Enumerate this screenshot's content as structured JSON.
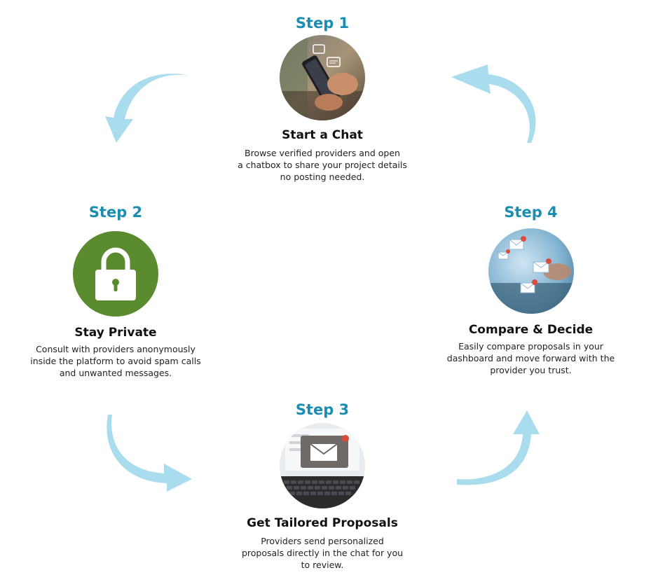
{
  "colors": {
    "step_label": "#1a8db1",
    "arrow": "#a9dced",
    "lock_bg": "#5a8b2f"
  },
  "steps": [
    {
      "label": "Step 1",
      "title": "Start a Chat",
      "desc": "Browse verified providers and open\na chatbox to share your project details\nno posting needed.",
      "icon": "phone-chat-icon"
    },
    {
      "label": "Step 2",
      "title": "Stay Private",
      "desc": "Consult with providers anonymously\ninside the platform to avoid spam calls\nand unwanted messages.",
      "icon": "lock-icon"
    },
    {
      "label": "Step 3",
      "title": "Get Tailored Proposals",
      "desc": "Providers send personalized\nproposals directly in the chat for you\nto review.",
      "icon": "laptop-mail-icon"
    },
    {
      "label": "Step 4",
      "title": "Compare & Decide",
      "desc": "Easily compare proposals in your\ndashboard and move forward with the\nprovider you trust.",
      "icon": "email-notification-icon"
    }
  ]
}
